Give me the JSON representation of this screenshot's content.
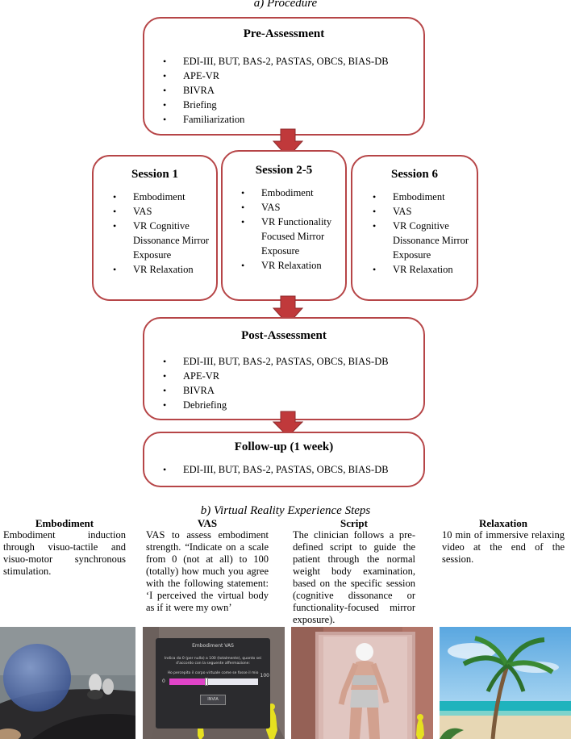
{
  "caption_a": "a)    Procedure",
  "caption_b": "b)    Virtual Reality Experience Steps",
  "pre": {
    "title": "Pre-Assessment",
    "items": [
      "EDI-III, BUT, BAS-2, PASTAS, OBCS, BIAS-DB",
      "APE-VR",
      "BIVRA",
      "Briefing",
      "Familiarization"
    ]
  },
  "sessions": [
    {
      "title": "Session 1",
      "items": [
        "Embodiment",
        "VAS",
        "VR Cognitive Dissonance Mirror Exposure",
        "VR Relaxation"
      ]
    },
    {
      "title": "Session 2-5",
      "items": [
        "Embodiment",
        "VAS",
        "VR Functionality Focused Mirror Exposure",
        "VR Relaxation"
      ]
    },
    {
      "title": "Session 6",
      "items": [
        "Embodiment",
        "VAS",
        "VR Cognitive Dissonance Mirror Exposure",
        "VR Relaxation"
      ]
    }
  ],
  "post": {
    "title": "Post-Assessment",
    "items": [
      "EDI-III, BUT, BAS-2, PASTAS, OBCS, BIAS-DB",
      "APE-VR",
      "BIVRA",
      "Debriefing"
    ]
  },
  "followup": {
    "title": "Follow-up (1 week)",
    "items": [
      "EDI-III, BUT, BAS-2, PASTAS, OBCS, BIAS-DB"
    ]
  },
  "steps": [
    {
      "title": "Embodiment",
      "text": "Embodiment induction through visuo-tactile and visuo-motor synchronous stimulation."
    },
    {
      "title": "VAS",
      "text": "VAS to assess embodiment strength. “Indicate on a scale from 0 (not at all) to 100 (totally) how much you agree with the following statement: ‘I perceived the virtual body as if it were my own’"
    },
    {
      "title": "Script",
      "text": "The clinician follows a pre-defined script to guide the patient through the normal weight body examination, based on the specific session (cognitive dissonance or functionality-focused mirror exposure)."
    },
    {
      "title": "Relaxation",
      "text": "10 min of immersive relaxing video at the end of the session."
    }
  ],
  "vas_screen": {
    "title": "Embodiment VAS",
    "instruction": "Indica da 0 (per nulla) a 100 (totalmente), quanto sei d'accordo con la seguente affermazione:",
    "statement": "Ho percepito il corpo virtuale come se fosse il mio",
    "min": "0",
    "max": "100",
    "value_fraction": 0.42,
    "button": "INVIA"
  },
  "colors": {
    "box_border": "#b64547",
    "arrow_fill": "#c0393b",
    "arrow_edge": "#8e2a2c",
    "slider_fill": "#e044c8"
  }
}
